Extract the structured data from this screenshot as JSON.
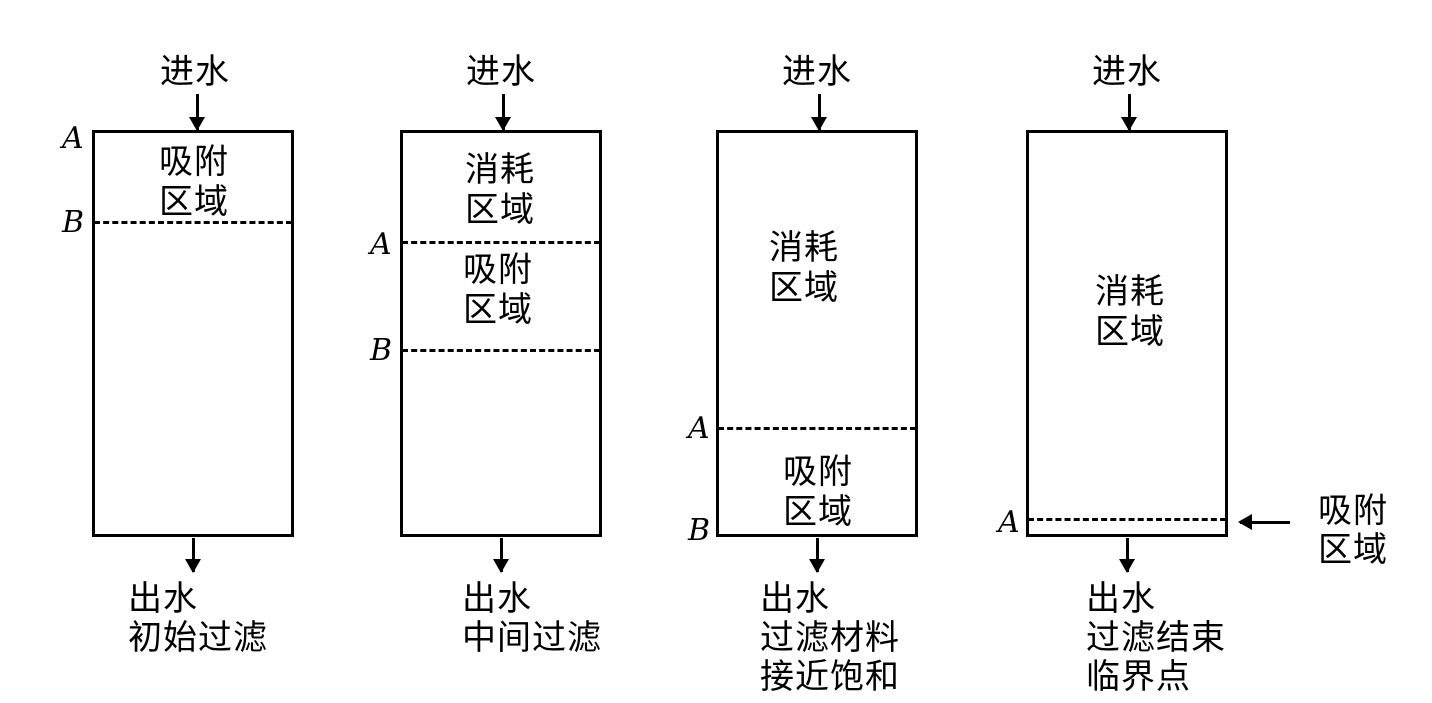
{
  "inflow_label": "进水",
  "panels": [
    {
      "zones": [
        [
          "吸附",
          "区域"
        ]
      ],
      "marks": [
        "A",
        "B"
      ],
      "outflow": [
        "出水",
        "初始过滤"
      ]
    },
    {
      "zones": [
        [
          "消耗",
          "区域"
        ],
        [
          "吸附",
          "区域"
        ]
      ],
      "marks": [
        "A",
        "B"
      ],
      "outflow": [
        "出水",
        "中间过滤"
      ]
    },
    {
      "zones": [
        [
          "消耗",
          "区域"
        ],
        [
          "吸附",
          "区域"
        ]
      ],
      "marks": [
        "A",
        "B"
      ],
      "outflow": [
        "出水",
        "过滤材料",
        "接近饱和"
      ]
    },
    {
      "zones": [
        [
          "消耗",
          "区域"
        ]
      ],
      "marks": [
        "A"
      ],
      "outflow": [
        "出水",
        "过滤结束",
        "临界点"
      ],
      "side_label": [
        "吸附",
        "区域"
      ]
    }
  ]
}
